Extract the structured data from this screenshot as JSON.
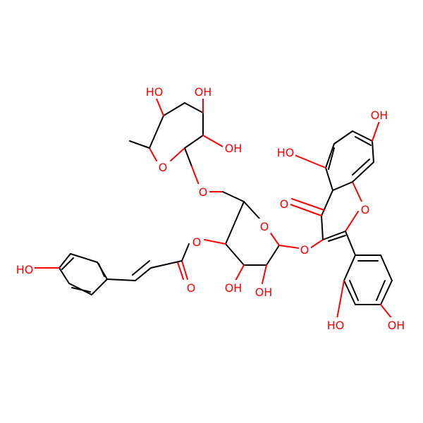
{
  "colors": {
    "background": "#ffffff",
    "bond": "#000000",
    "heteroatom": "#ff0000"
  },
  "atoms": [
    {
      "id": "ho_rha_1",
      "text": "HO"
    },
    {
      "id": "oh_rha_2",
      "text": "OH"
    },
    {
      "id": "oh_rha_3",
      "text": "OH"
    },
    {
      "id": "o_rha_ring",
      "text": "O"
    },
    {
      "id": "o_glycosidic_6",
      "text": "O"
    },
    {
      "id": "o_glc_ring",
      "text": "O"
    },
    {
      "id": "o_ester",
      "text": "O"
    },
    {
      "id": "o_carbonyl_ester",
      "text": "O"
    },
    {
      "id": "oh_glc_4",
      "text": "OH"
    },
    {
      "id": "oh_glc_2",
      "text": "OH"
    },
    {
      "id": "o_glycosidic_3",
      "text": "O"
    },
    {
      "id": "o_ketone",
      "text": "O"
    },
    {
      "id": "o_chromone",
      "text": "O"
    },
    {
      "id": "ho_5",
      "text": "HO"
    },
    {
      "id": "oh_7",
      "text": "OH"
    },
    {
      "id": "ho_3p",
      "text": "HO"
    },
    {
      "id": "oh_4p",
      "text": "OH"
    },
    {
      "id": "ho_coumaroyl",
      "text": "HO"
    }
  ]
}
